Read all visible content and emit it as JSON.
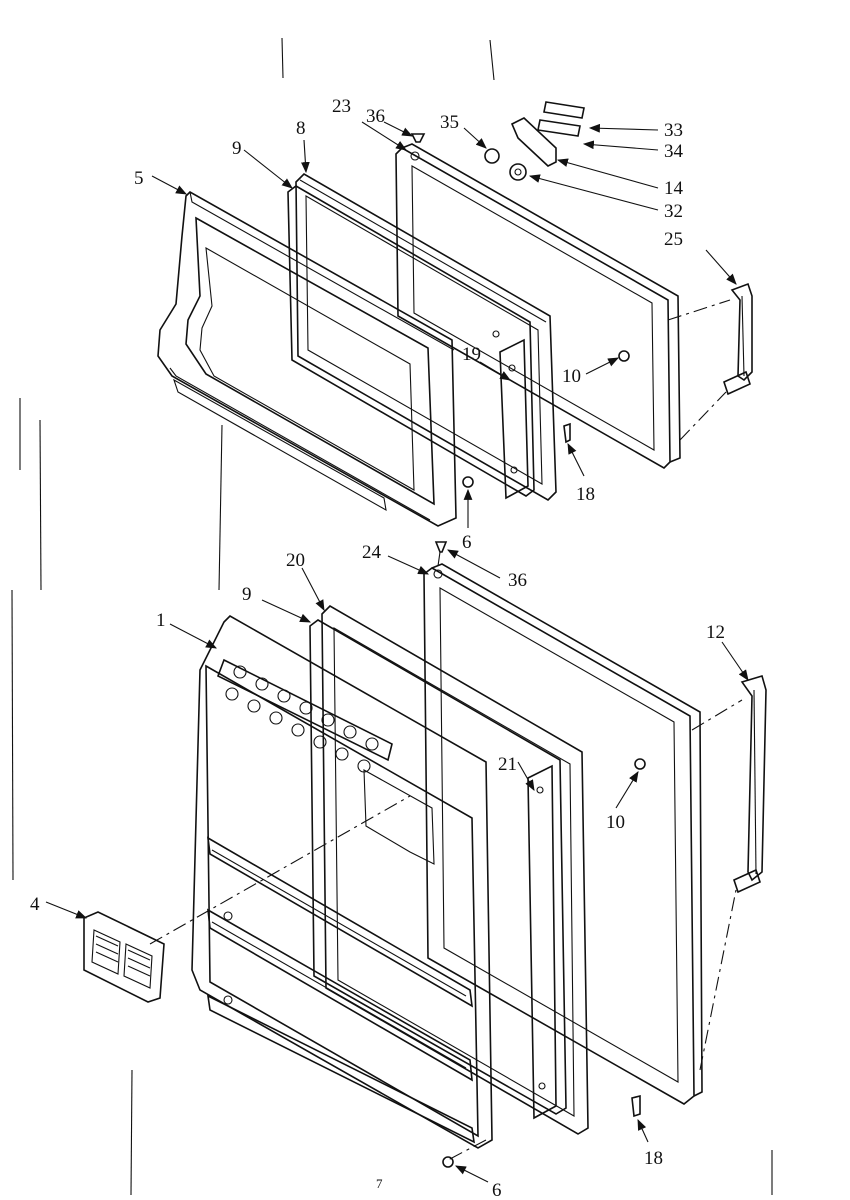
{
  "callouts": {
    "p33": "33",
    "p34": "34",
    "p14": "14",
    "p32": "32",
    "p25": "25",
    "p35": "35",
    "p36_top": "36",
    "p23": "23",
    "p8": "8",
    "p9_top": "9",
    "p5": "5",
    "p19": "19",
    "p10_top": "10",
    "p18_top": "18",
    "p6_top": "6",
    "p24": "24",
    "p36_bottom": "36",
    "p20": "20",
    "p9_bottom": "9",
    "p1": "1",
    "p12": "12",
    "p21": "21",
    "p10_bottom": "10",
    "p4": "4",
    "p18_bottom": "18",
    "p6_bottom": "6",
    "page_mark": "7"
  }
}
